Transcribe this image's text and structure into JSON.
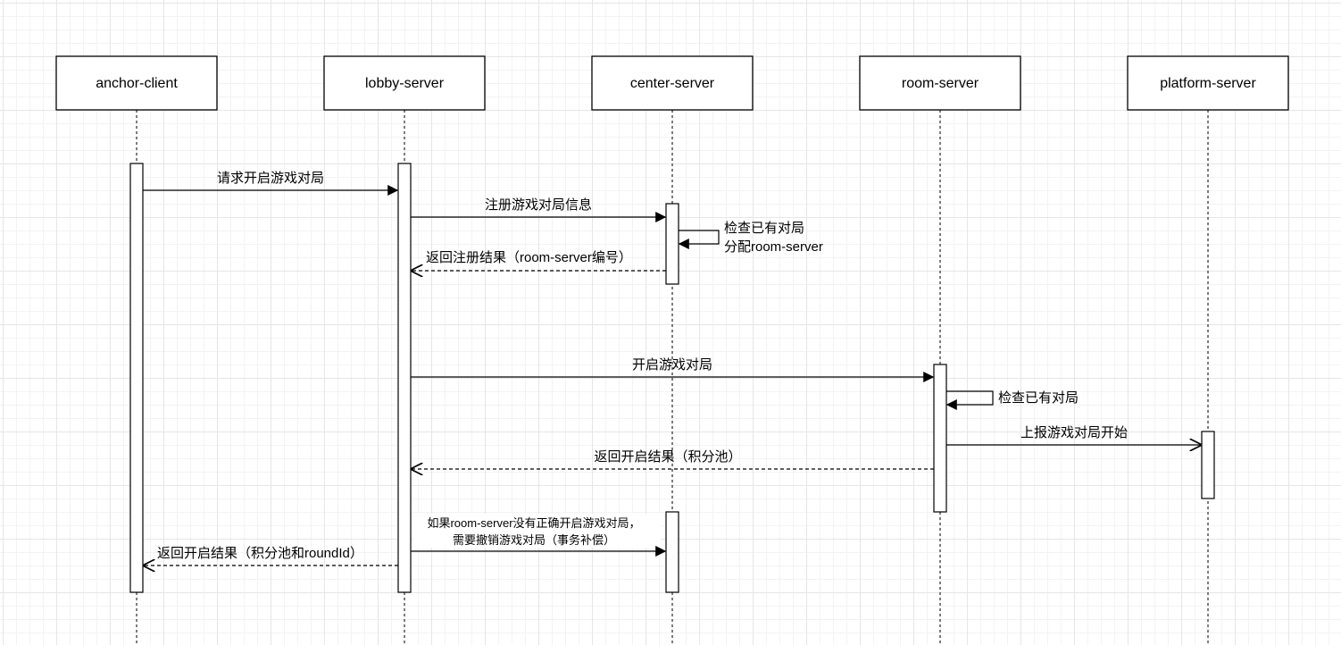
{
  "actors": [
    {
      "id": "anchor",
      "label": "anchor-client"
    },
    {
      "id": "lobby",
      "label": "lobby-server"
    },
    {
      "id": "center",
      "label": "center-server"
    },
    {
      "id": "room",
      "label": "room-server"
    },
    {
      "id": "platform",
      "label": "platform-server"
    }
  ],
  "messages": [
    {
      "id": "m1",
      "label": "请求开启游戏对局",
      "from": "anchor",
      "to": "lobby",
      "style": "solid"
    },
    {
      "id": "m2",
      "label": "注册游戏对局信息",
      "from": "lobby",
      "to": "center",
      "style": "solid"
    },
    {
      "id": "m3",
      "label": "检查已有对局",
      "label2": "分配room-server",
      "from": "center",
      "to": "center",
      "style": "self"
    },
    {
      "id": "m4",
      "label": "返回注册结果（room-server编号）",
      "from": "center",
      "to": "lobby",
      "style": "dashed"
    },
    {
      "id": "m5",
      "label": "开启游戏对局",
      "from": "lobby",
      "to": "room",
      "style": "solid"
    },
    {
      "id": "m6",
      "label": "检查已有对局",
      "from": "room",
      "to": "room",
      "style": "self"
    },
    {
      "id": "m7",
      "label": "上报游戏对局开始",
      "from": "room",
      "to": "platform",
      "style": "solid-open"
    },
    {
      "id": "m8",
      "label": "返回开启结果（积分池）",
      "from": "room",
      "to": "lobby",
      "style": "dashed"
    },
    {
      "id": "m9",
      "label": "如果room-server没有正确开启游戏对局，",
      "label2": "需要撤销游戏对局（事务补偿）",
      "from": "lobby",
      "to": "center",
      "style": "solid"
    },
    {
      "id": "m10",
      "label": "返回开启结果（积分池和roundId）",
      "from": "lobby",
      "to": "anchor",
      "style": "dashed"
    }
  ]
}
